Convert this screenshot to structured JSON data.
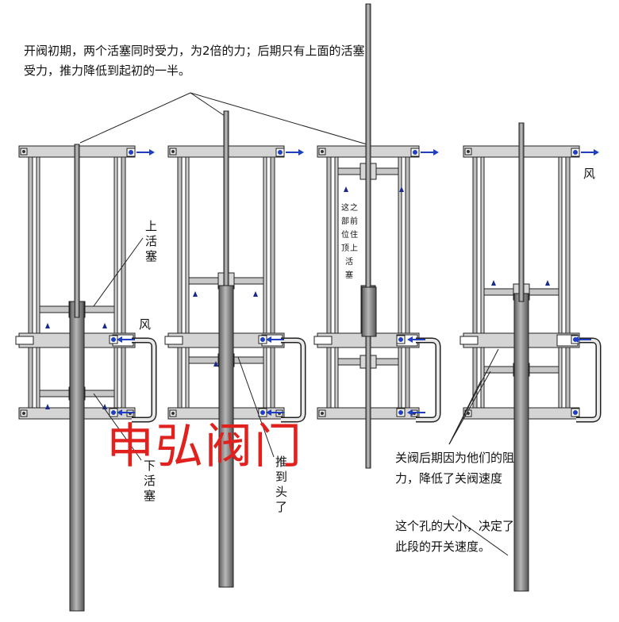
{
  "annotations": {
    "top_note": "开阀初期，两个活塞同时受力，为2倍的力；后期只有上面的活塞受力，推力降低到起初的一半。",
    "upper_piston": "上活塞",
    "lower_piston": "下活塞",
    "wind_left": "风",
    "wind_right": "风",
    "pushed_to_end": "推到头了",
    "before_contact_col1": "之前",
    "before_contact_col2": "这部",
    "before_contact_col3": "位顶",
    "before_contact_col4": "住上",
    "before_contact_col5": "活塞",
    "closing_note": "关阀后期因为他们的阻力，降低了关阀速度",
    "hole_note": "这个孔的大小，决定了此段的开关速度。"
  },
  "watermark": "申弘阀门",
  "colors": {
    "frame": "#d4d4d4",
    "rod": "#8c8c8c",
    "stroke": "#222222",
    "arrow": "#1f3fbf",
    "watermark": "#e0211d"
  }
}
